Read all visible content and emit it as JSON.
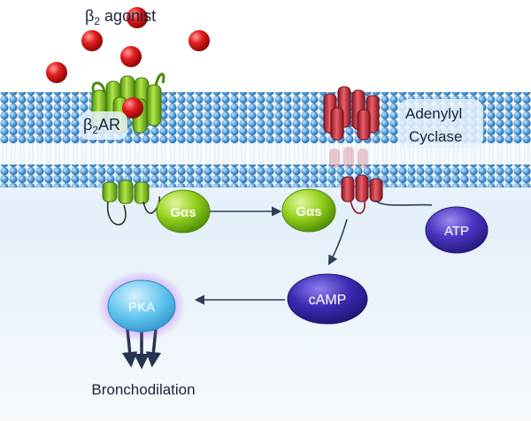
{
  "labels": {
    "agonist_prefix": "β",
    "agonist_sub": "2",
    "agonist_suffix": " agonist",
    "receptor_prefix": "β",
    "receptor_sub": "2",
    "receptor_suffix": "AR",
    "enzyme_line1": "Adenylyl",
    "enzyme_line2": "Cyclase",
    "gas_receptor": "Gαs",
    "gas_enzyme": "Gαs",
    "atp": "ATP",
    "camp": "cAMP",
    "pka": "PKA",
    "outcome": "Bronchodilation"
  },
  "colors": {
    "background": "#ffffff",
    "cytoplasm": "#eef5fb",
    "membrane_bead": "#4f9ad8",
    "membrane_bead_dark": "#2c6fb0",
    "receptor": "#7cc21f",
    "receptor_dark": "#4a8a10",
    "agonist": "#d11a1a",
    "cyclase": "#c8323c",
    "gas": "#8ccc1c",
    "atp": "#4a32b8",
    "camp": "#3a2aa8",
    "pka": "#62c6ee",
    "arrow": "#2c3e58",
    "text": "#1a2438"
  }
}
